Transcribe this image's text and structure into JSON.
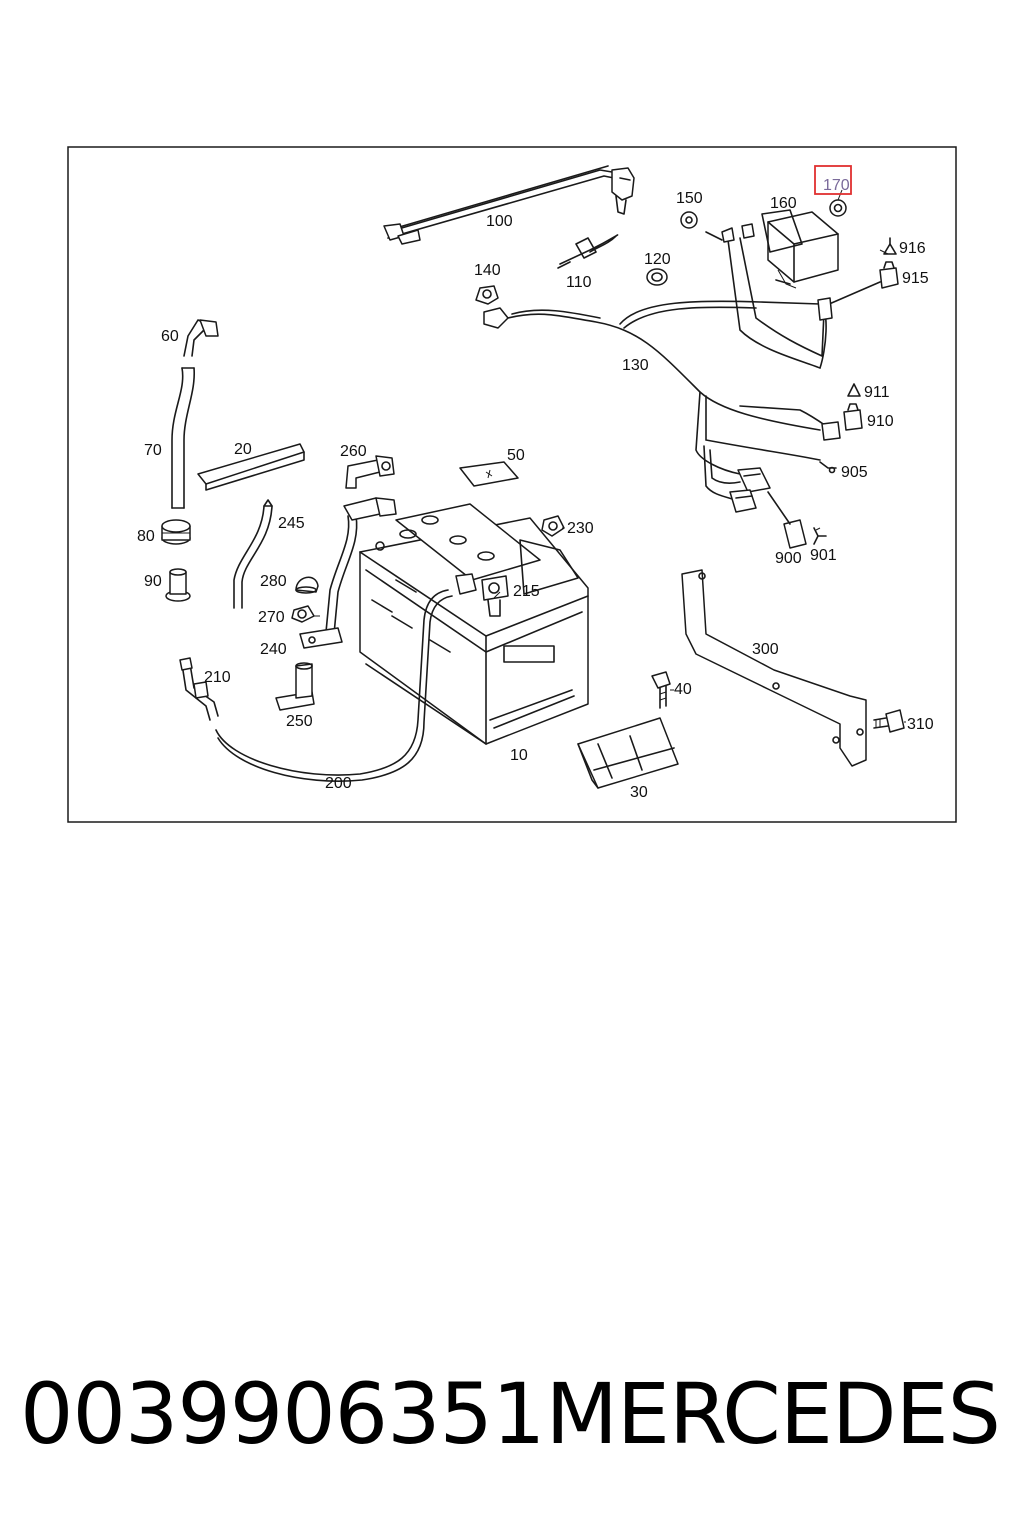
{
  "diagram": {
    "callouts": {
      "c100": "100",
      "c110": "110",
      "c120": "120",
      "c130": "130",
      "c140": "140",
      "c150": "150",
      "c160": "160",
      "c170": "170",
      "c916": "916",
      "c915": "915",
      "c911": "911",
      "c910": "910",
      "c905": "905",
      "c900": "900",
      "c901": "901",
      "c60": "60",
      "c70": "70",
      "c80": "80",
      "c90": "90",
      "c20": "20",
      "c260": "260",
      "c50": "50",
      "c245": "245",
      "c230": "230",
      "c280": "280",
      "c270": "270",
      "c240": "240",
      "c215": "215",
      "c210": "210",
      "c250": "250",
      "c300": "300",
      "c40": "40",
      "c310": "310",
      "c200": "200",
      "c10": "10",
      "c30": "30"
    },
    "highlighted": "170",
    "highlight_color": "#e03030"
  },
  "caption": {
    "part_number": "0039906351",
    "brand": "MERCEDES"
  }
}
